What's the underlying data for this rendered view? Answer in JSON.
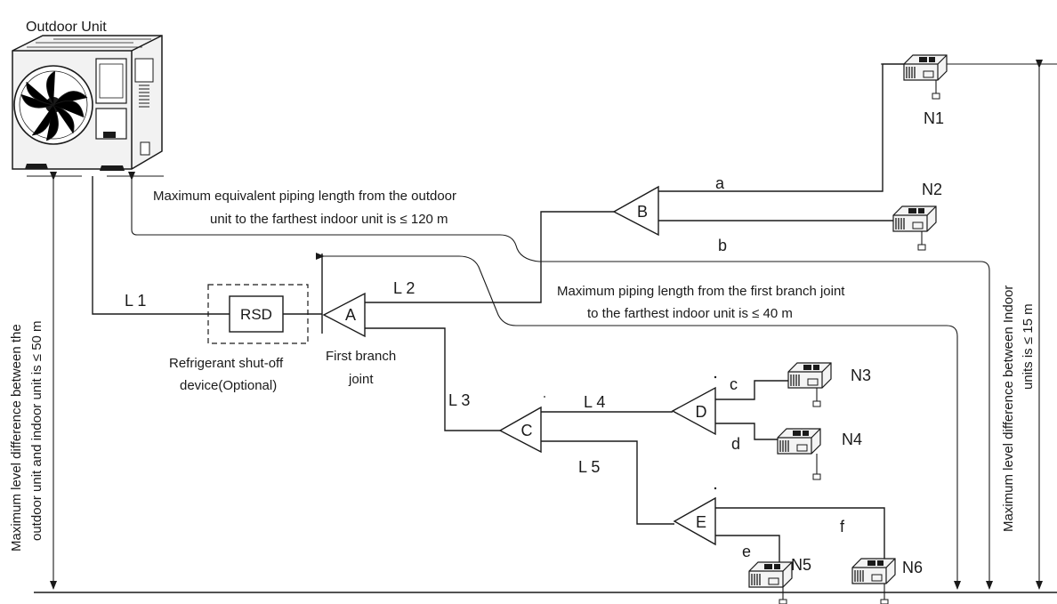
{
  "outdoor_unit": {
    "label": "Outdoor Unit"
  },
  "notes": {
    "equiv_length_line1": "Maximum equivalent piping length from the outdoor",
    "equiv_length_line2": "unit to the farthest indoor unit is ≤ 120 m",
    "branch_length_line1": "Maximum piping length from the first branch joint",
    "branch_length_line2": "to the farthest indoor unit is ≤ 40 m",
    "left_vertical_line1": "Maximum level difference between the",
    "left_vertical_line2": "outdoor unit and indoor unit is ≤ 50 m",
    "right_vertical_line1": "Maximum level difference between Indoor",
    "right_vertical_line2": "units is ≤ 15 m"
  },
  "rsd": {
    "label": "RSD",
    "caption_line1": "Refrigerant shut-off",
    "caption_line2": "device(Optional)"
  },
  "first_branch": {
    "caption_line1": "First branch",
    "caption_line2": "joint"
  },
  "joints": {
    "a": "A",
    "b": "B",
    "c": "C",
    "d": "D",
    "e": "E"
  },
  "pipes": {
    "l1": "L 1",
    "l2": "L 2",
    "l3": "L 3",
    "l4": "L 4",
    "l5": "L 5",
    "a": "a",
    "b": "b",
    "c": "c",
    "d": "d",
    "e": "e",
    "f": "f"
  },
  "indoor_units": {
    "n1": "N1",
    "n2": "N2",
    "n3": "N3",
    "n4": "N4",
    "n5": "N5",
    "n6": "N6"
  },
  "colors": {
    "line": "#1a1a1a",
    "unit_fill": "#f2f2f2"
  }
}
